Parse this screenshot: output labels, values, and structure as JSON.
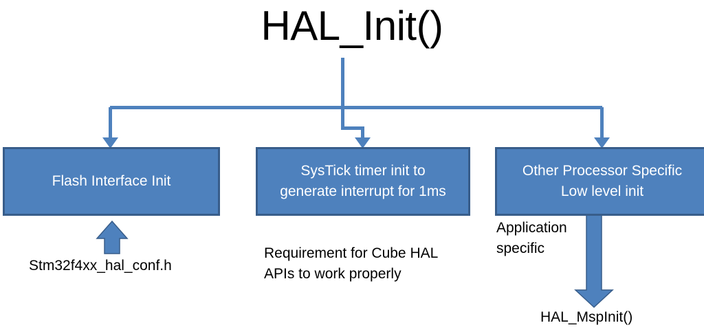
{
  "diagram": {
    "title": "HAL_Init()",
    "background_color": "#FFFFFF",
    "node_fill_color": "#4E81BD",
    "node_border_color": "#385D8A",
    "node_text_color": "#FFFFFF",
    "connector_color": "#4E81BD",
    "caption_text_color": "#000000",
    "nodes": [
      {
        "id": "flash",
        "label": "Flash Interface Init"
      },
      {
        "id": "systick",
        "label": "SysTick timer init to\ngenerate interrupt for 1ms"
      },
      {
        "id": "other",
        "label": "Other Processor Specific\nLow level init"
      }
    ],
    "captions": [
      {
        "id": "conf",
        "label": "Stm32f4xx_hal_conf.h"
      },
      {
        "id": "req",
        "label": "Requirement for Cube HAL\nAPIs to work properly"
      },
      {
        "id": "appspec",
        "label": "Application\nspecific"
      },
      {
        "id": "msp",
        "label": "HAL_MspInit()"
      }
    ],
    "connectors": [
      {
        "id": "title-to-bus",
        "from": "HAL_Init()",
        "to": "distribution-bus"
      },
      {
        "id": "bus-to-flash",
        "from": "distribution-bus",
        "to": "Flash Interface Init"
      },
      {
        "id": "bus-to-systick",
        "from": "distribution-bus",
        "to": "SysTick timer init to generate interrupt for 1ms"
      },
      {
        "id": "bus-to-other",
        "from": "distribution-bus",
        "to": "Other Processor Specific Low level init"
      },
      {
        "id": "conf-to-flash",
        "from": "Stm32f4xx_hal_conf.h",
        "to": "Flash Interface Init"
      },
      {
        "id": "other-to-msp",
        "from": "Other Processor Specific Low level init",
        "to": "HAL_MspInit()"
      }
    ]
  }
}
